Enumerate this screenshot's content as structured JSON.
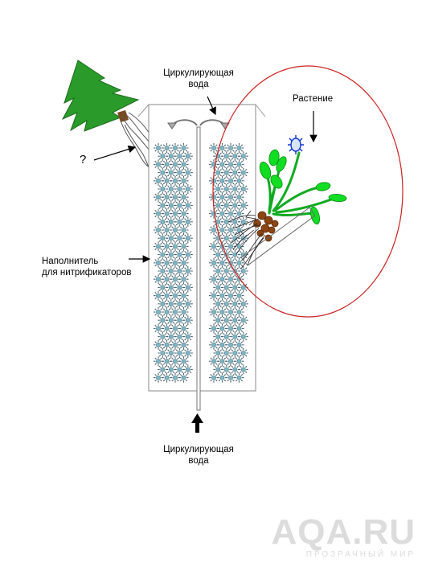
{
  "labels": {
    "circ_top_line1": "Циркулирующая",
    "circ_top_line2": "вода",
    "plant": "Растение",
    "question": "?",
    "filler_line1": "Наполнитель",
    "filler_line2": "для нитрификаторов",
    "circ_bottom_line1": "Циркулирующая",
    "circ_bottom_line2": "вода"
  },
  "watermark": {
    "logo": "AQA.RU",
    "tagline": "ПРОЗРАЧНЫЙ МИР"
  },
  "colors": {
    "tree": "#2a9a2a",
    "leaf": "#11dd22",
    "roots_soil": "#8b4513",
    "filler_cell": "#7ab8c8",
    "highlight_ellipse": "#cc2222",
    "flower": "#1133cc"
  }
}
